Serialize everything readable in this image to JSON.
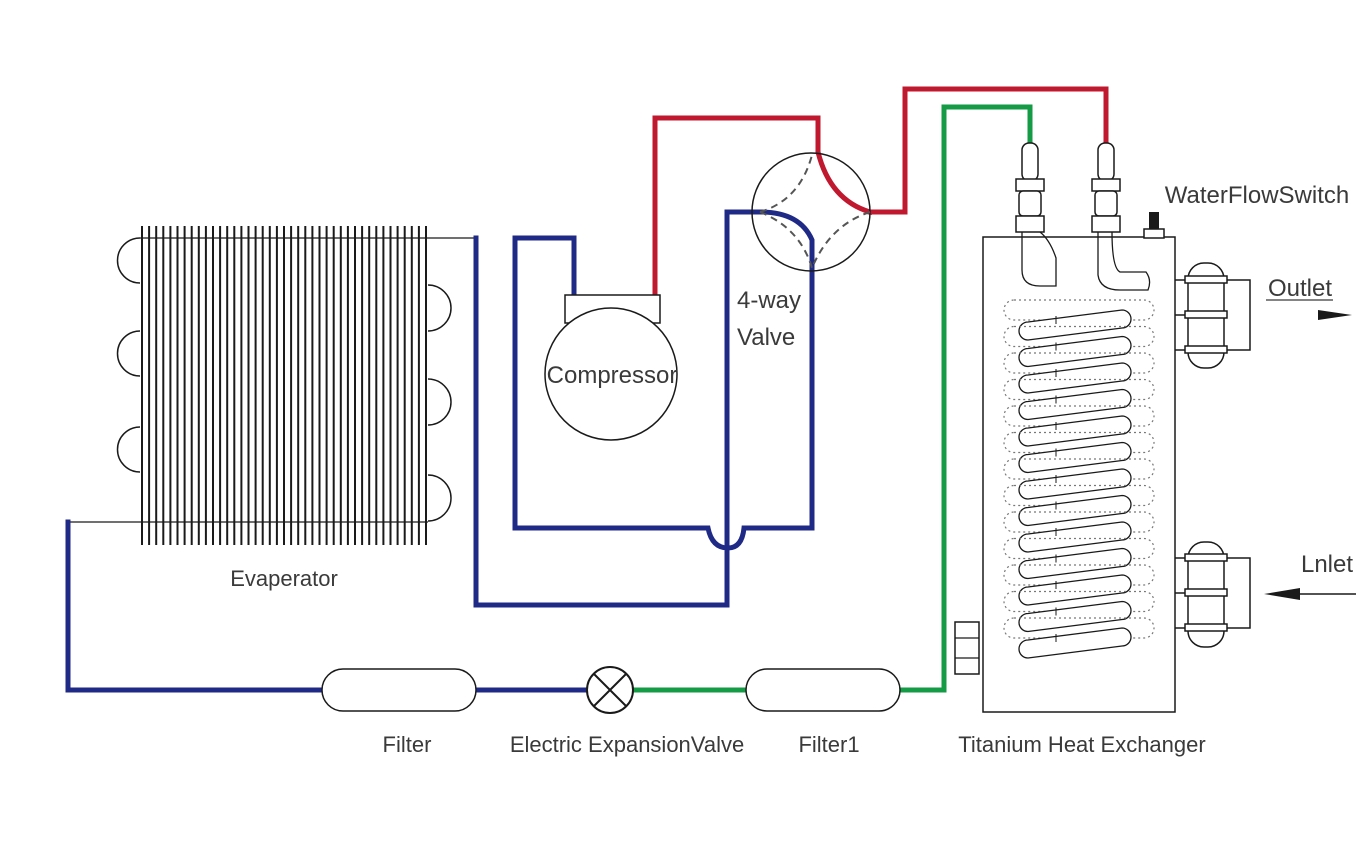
{
  "labels": {
    "evaporator": "Evaperator",
    "compressor": "Compressor",
    "four_way_line1": "4-way",
    "four_way_line2": "Valve",
    "filter": "Filter",
    "expansion_valve": "Electric ExpansionValve",
    "filter1": "Filter1",
    "heat_exchanger": "Titanium Heat Exchanger",
    "flow_switch": "WaterFlowSwitch",
    "outlet": "Outlet",
    "inlet": "Lnlet"
  },
  "colors": {
    "low_pressure": "#1f2a86",
    "high_pressure": "#c0182e",
    "liquid_line": "#159a45",
    "outline": "#1a1a1a"
  }
}
